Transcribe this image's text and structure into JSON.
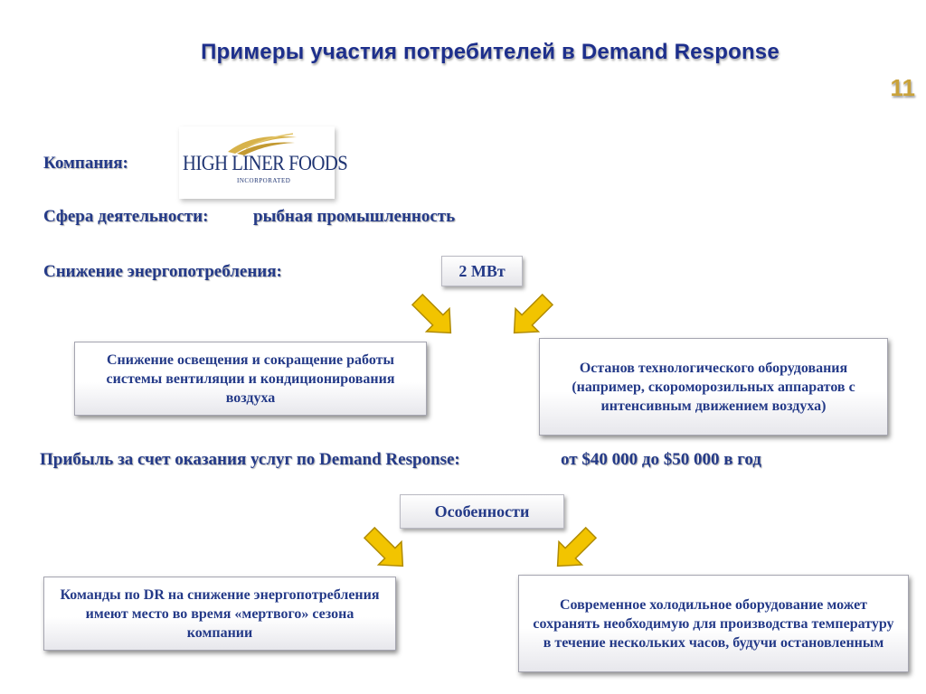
{
  "title": "Примеры участия потребителей в Demand Response",
  "page_number": "11",
  "company": {
    "label": "Компания:",
    "logo_text": "HIGH LINER FOODS",
    "logo_subtext": "INCORPORATED"
  },
  "sphere": {
    "label": "Сфера деятельности:",
    "value": "рыбная промышленность"
  },
  "reduction": {
    "label": "Снижение энергопотребления:",
    "value": "2 МВт",
    "left_box": "Снижение освещения и сокращение работы системы вентиляции и кондиционирования воздуха",
    "right_box": "Останов технологического оборудования (например, скороморозильных аппаратов с интенсивным движением воздуха)"
  },
  "profit": {
    "label": "Прибыль за счет оказания услуг по Demand Response:",
    "value": "от $40 000 до $50 000 в год"
  },
  "features": {
    "label": "Особенности",
    "left_box": "Команды по DR на снижение энергопотребления имеют место во время «мертвого» сезона компании",
    "right_box": "Современное холодильное оборудование может сохранять необходимую для производства температуру в течение нескольких часов, будучи остановленным"
  },
  "colors": {
    "title": "#1d2f8c",
    "text": "#243a88",
    "page_number": "#c9a23a",
    "arrow": "#f2c400"
  }
}
